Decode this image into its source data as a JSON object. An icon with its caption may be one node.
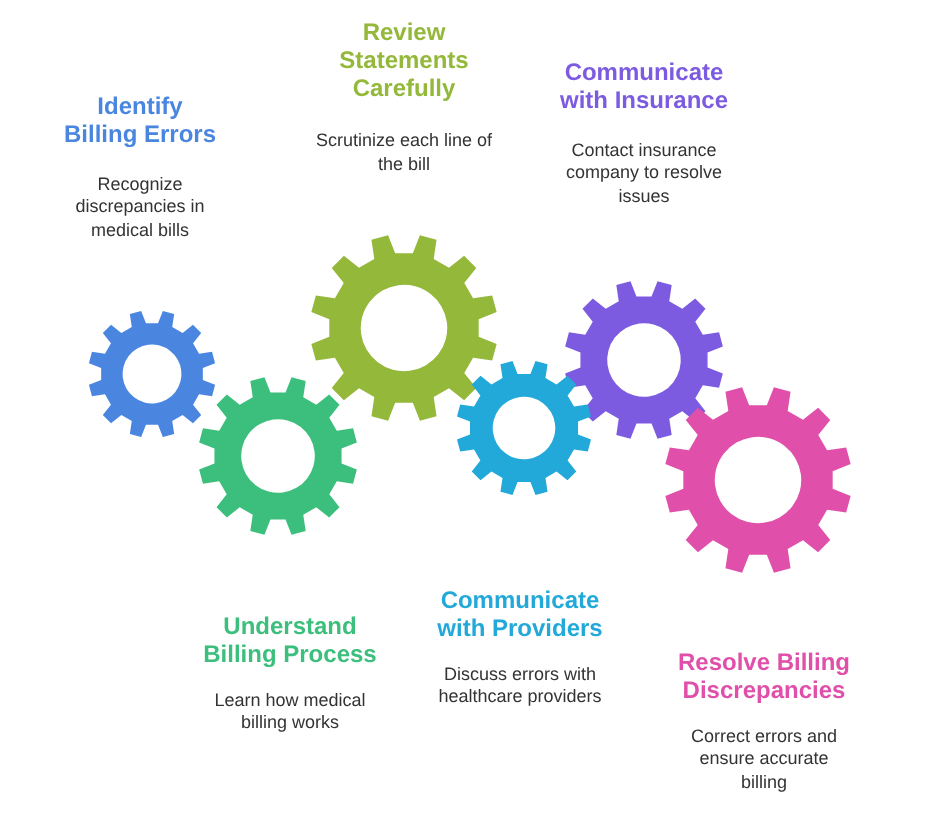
{
  "diagram": {
    "nodes": [
      {
        "text": [],
        "shape": "gear",
        "beside": [
          "Identify Billing Errors",
          "Recognize discrepancies in medical bills"
        ]
      },
      {
        "text": [],
        "shape": "gear",
        "beside": [
          "Review Statements Carefully",
          "Scrutinize each line of the bill"
        ]
      },
      {
        "text": [],
        "shape": "gear",
        "beside": [
          "Communicate with Insurance",
          "Contact insurance company to resolve issues"
        ]
      },
      {
        "text": [],
        "shape": "gear",
        "beside": [
          "Understand Billing Process",
          "Learn how medical billing works"
        ]
      },
      {
        "text": [],
        "shape": "gear",
        "beside": [
          "Communicate with Providers",
          "Discuss errors with healthcare providers"
        ]
      },
      {
        "text": [],
        "shape": "gear",
        "beside": [
          "Resolve Billing Discrepancies",
          "Correct errors and ensure accurate billing"
        ]
      }
    ],
    "edges": []
  }
}
